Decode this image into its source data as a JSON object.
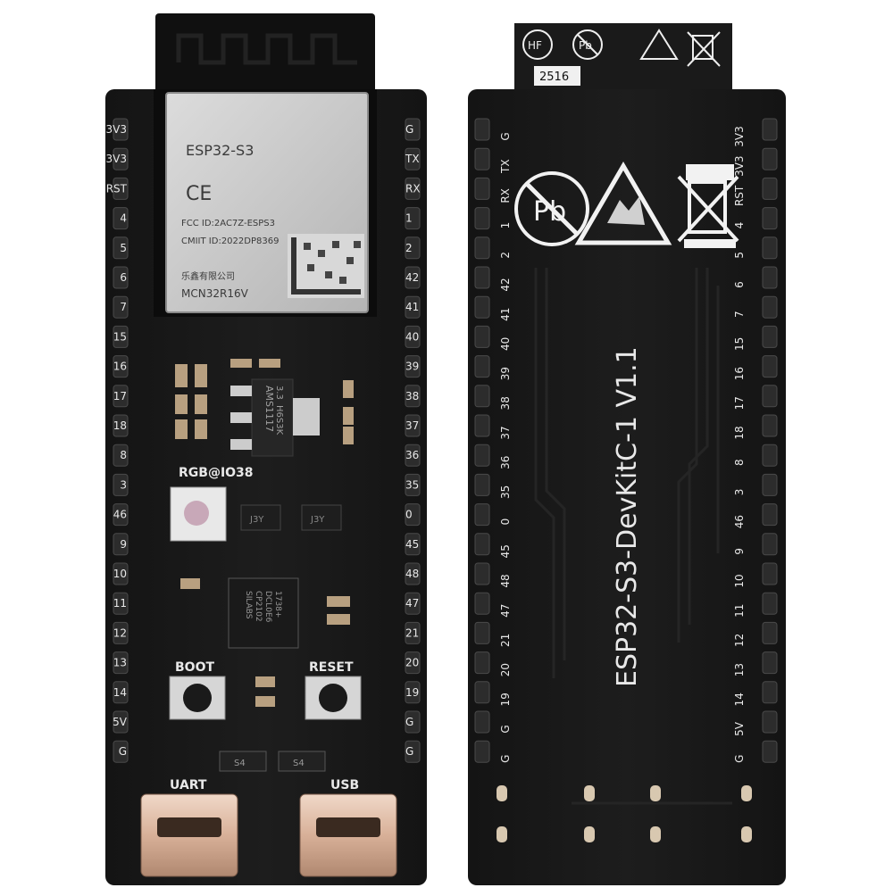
{
  "front": {
    "module": {
      "name": "ESP32-S3",
      "fcc": "FCC ID:2AC7Z-ESPS3",
      "cmiit": "CMIIT ID:2022DP8369",
      "maker": "乐鑫有限公司",
      "model": "MCN32R16V",
      "ce": "CE"
    },
    "ldo_marking": [
      "AMS1117",
      "3.3",
      "H6S3K"
    ],
    "usb_uart_chip": [
      "SILABS",
      "CP2102",
      "DCL0E6",
      "1738+"
    ],
    "rgb_label": "RGB@IO38",
    "transistor_marking": "J3Y",
    "diode_marking": "S4",
    "boot_label": "BOOT",
    "reset_label": "RESET",
    "uart_label": "UART",
    "usb_label": "USB",
    "left_pins": [
      "3V3",
      "3V3",
      "RST",
      "4",
      "5",
      "6",
      "7",
      "15",
      "16",
      "17",
      "18",
      "8",
      "3",
      "46",
      "9",
      "10",
      "11",
      "12",
      "13",
      "14",
      "5V",
      "G"
    ],
    "right_pins": [
      "G",
      "TX",
      "RX",
      "1",
      "2",
      "42",
      "41",
      "40",
      "39",
      "38",
      "37",
      "36",
      "35",
      "0",
      "45",
      "48",
      "47",
      "21",
      "20",
      "19",
      "G",
      "G"
    ]
  },
  "back": {
    "board_name": "ESP32-S3-DevKitC-1 V1.1",
    "hf_label": "HF",
    "pb_label": "Pb",
    "date_code": "2516",
    "left_pins": [
      "G",
      "TX",
      "RX",
      "1",
      "2",
      "42",
      "41",
      "40",
      "39",
      "38",
      "37",
      "36",
      "35",
      "0",
      "45",
      "48",
      "47",
      "21",
      "20",
      "19",
      "G",
      "G"
    ],
    "right_pins": [
      "3V3",
      "3V3",
      "RST",
      "4",
      "5",
      "6",
      "7",
      "15",
      "16",
      "17",
      "18",
      "8",
      "3",
      "46",
      "9",
      "10",
      "11",
      "12",
      "13",
      "14",
      "5V",
      "G"
    ]
  }
}
